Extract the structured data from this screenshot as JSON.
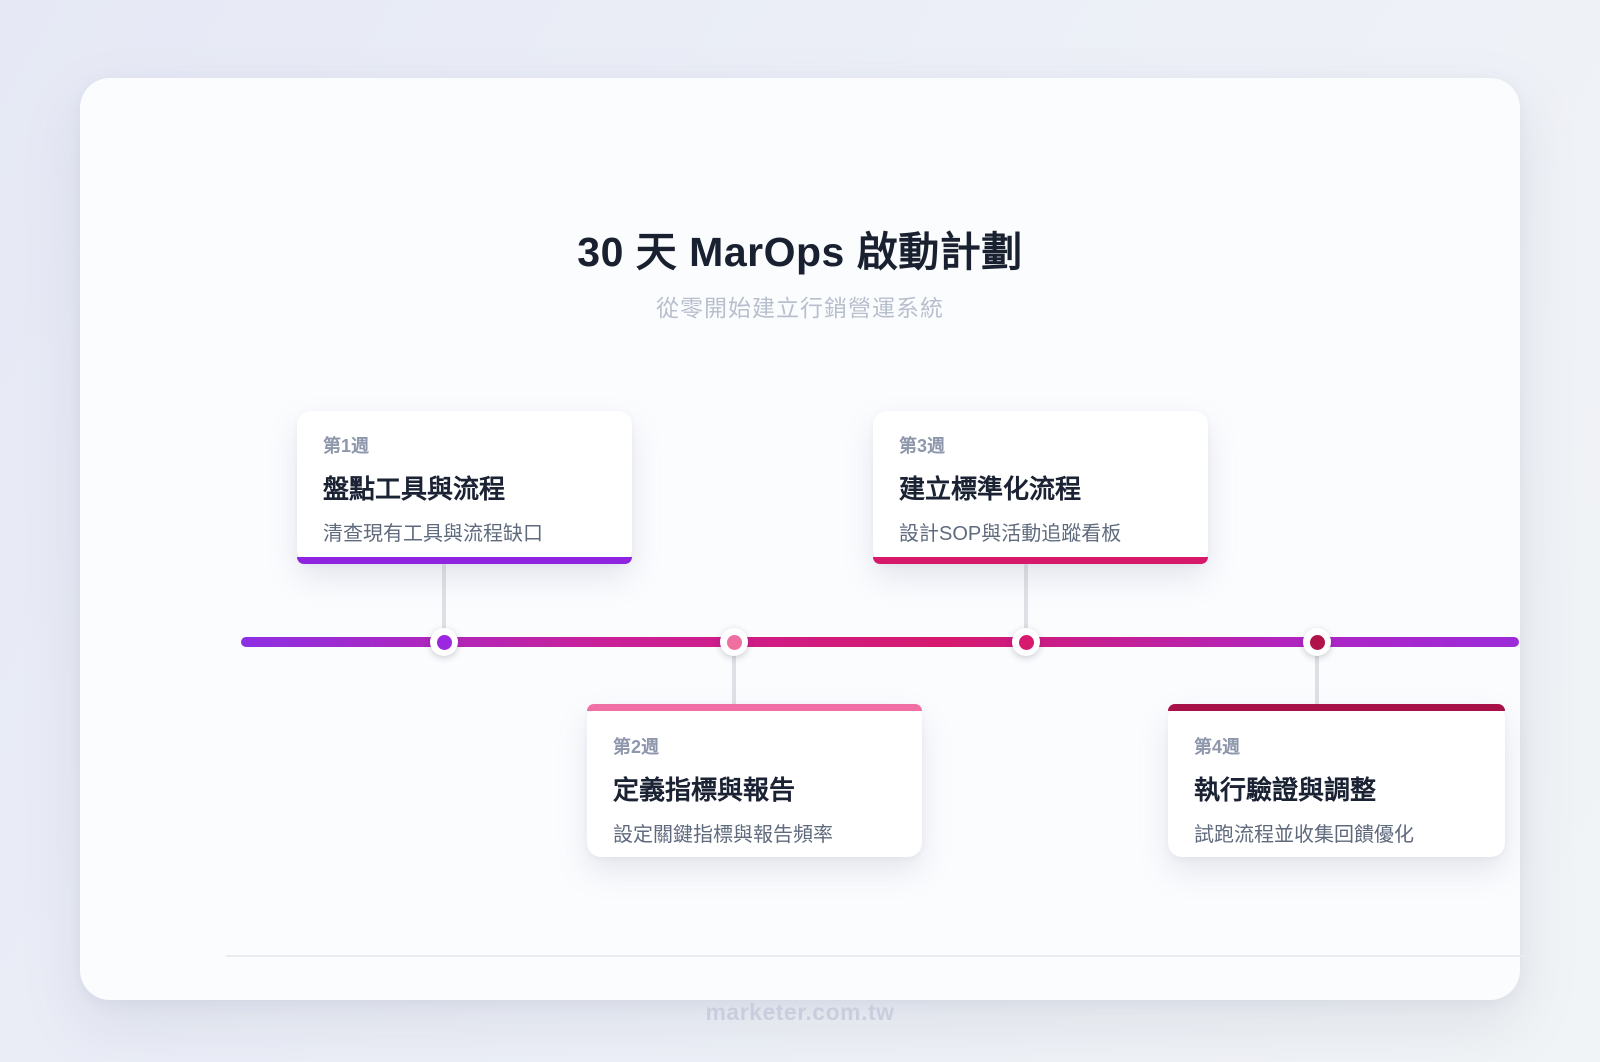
{
  "page": {
    "title": "30 天 MarOps 啟動計劃",
    "subtitle": "從零開始建立行銷營運系統",
    "footer": "marketer.com.tw"
  },
  "colors": {
    "background_start": "#e6e9f5",
    "background_end": "#f1f4f6",
    "panel": "#fbfcfe",
    "timeline_gradient": "linear-gradient(90deg, #8e2fe4 0%, #c9209a 28%, #d6196e 55%, #ae25c4 84%, #9c2bd9 100%)",
    "connector": "#dee0e5",
    "title_text": "#19202f",
    "subtitle_text": "#b8bfcc",
    "week_label_text": "#8e97ab",
    "card_title_text": "#1a2233",
    "card_desc_text": "#5f6a7d",
    "footer_text": "#c8cedd"
  },
  "timeline": {
    "items": [
      {
        "week": "第1週",
        "title": "盤點工具與流程",
        "desc": "清查現有工具與流程缺口",
        "accent_color": "#8e24e0",
        "dot_color": "#9c27e0",
        "side": "above"
      },
      {
        "week": "第2週",
        "title": "定義指標與報告",
        "desc": "設定關鍵指標與報告頻率",
        "accent_color": "#f06fa4",
        "dot_color": "#ee6fa0",
        "side": "below"
      },
      {
        "week": "第3週",
        "title": "建立標準化流程",
        "desc": "設計SOP與活動追蹤看板",
        "accent_color": "#d6196b",
        "dot_color": "#d71a6e",
        "side": "above"
      },
      {
        "week": "第4週",
        "title": "執行驗證與調整",
        "desc": "試跑流程並收集回饋優化",
        "accent_color": "#a81148",
        "dot_color": "#b01349",
        "side": "below"
      }
    ]
  }
}
